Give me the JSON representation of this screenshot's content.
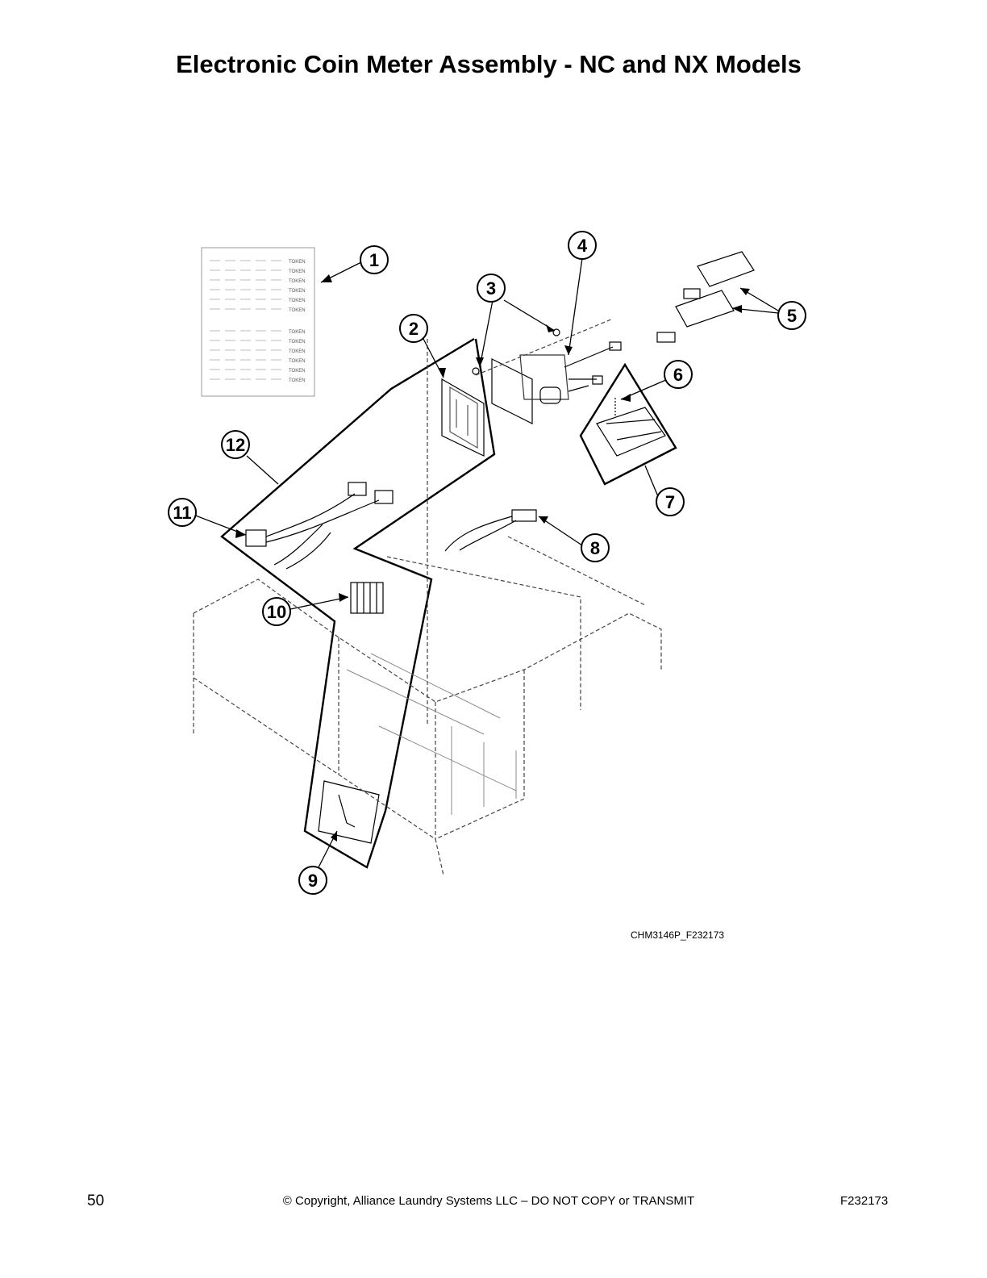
{
  "page": {
    "title": "Electronic Coin Meter Assembly - NC and NX Models",
    "drawing_code": "CHM3146P_F232173",
    "footer": {
      "page_number": "50",
      "copyright": "© Copyright, Alliance Laundry Systems LLC – DO NOT COPY or TRANSMIT",
      "document_id": "F232173"
    }
  },
  "callouts": [
    "1",
    "2",
    "3",
    "4",
    "5",
    "6",
    "7",
    "8",
    "9",
    "10",
    "11",
    "12"
  ],
  "token_label": "TOKEN",
  "colors": {
    "line": "#000000",
    "dashed": "#444444",
    "page": "#ffffff"
  }
}
